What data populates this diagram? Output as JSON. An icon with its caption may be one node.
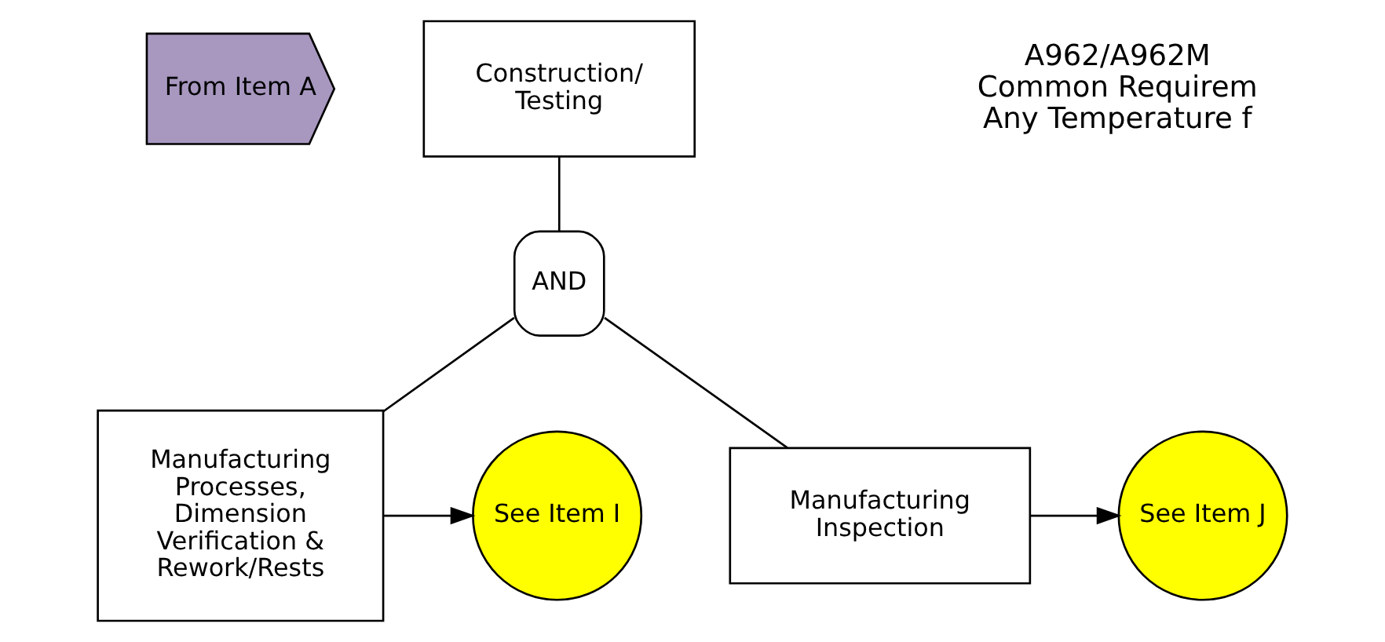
{
  "diagram": {
    "nodes": [
      {
        "text": [
          "From Item A"
        ]
      },
      {
        "text": [
          "Construction/ Testing"
        ]
      },
      {
        "text": [
          "AND"
        ]
      },
      {
        "text": [
          "Manufacturing Processes, Dimension Verification & Rework/Rests"
        ]
      },
      {
        "text": [
          "See Item I"
        ]
      },
      {
        "text": [
          "Manufacturing Inspection"
        ]
      },
      {
        "text": [
          "See Item J"
        ]
      }
    ],
    "edges": [
      {
        "from": 1,
        "to": 2,
        "arrow": "none"
      },
      {
        "from": 2,
        "to": 3,
        "arrow": "none"
      },
      {
        "from": 2,
        "to": 5,
        "arrow": "none"
      },
      {
        "from": 3,
        "to": 4,
        "arrow": "to"
      },
      {
        "from": 5,
        "to": 6,
        "arrow": "to"
      }
    ],
    "labels": [
      "A962/A962M",
      "Common Requirem",
      "Any Temperature f"
    ]
  }
}
